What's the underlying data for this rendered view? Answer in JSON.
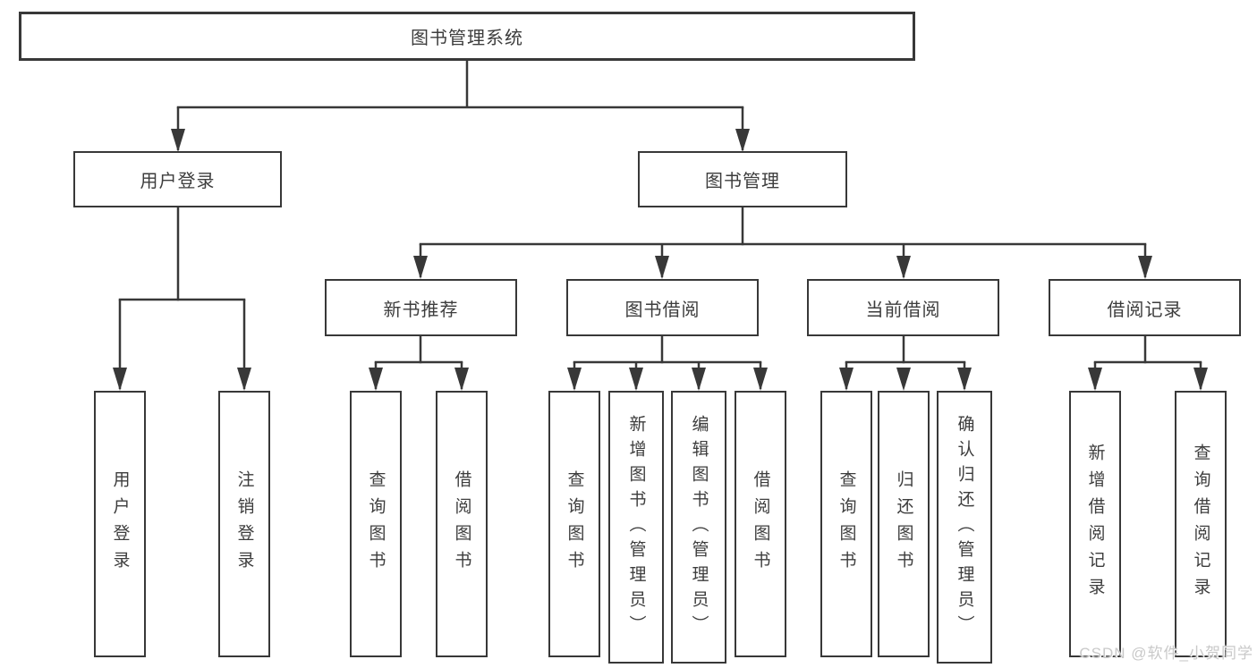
{
  "diagram_title": "图书管理系统",
  "tree": {
    "label": "图书管理系统",
    "children": [
      {
        "label": "用户登录",
        "children": [
          {
            "label": "用户登录"
          },
          {
            "label": "注销登录"
          }
        ]
      },
      {
        "label": "图书管理",
        "children": [
          {
            "label": "新书推荐",
            "children": [
              {
                "label": "查询图书"
              },
              {
                "label": "借阅图书"
              }
            ]
          },
          {
            "label": "图书借阅",
            "children": [
              {
                "label": "查询图书"
              },
              {
                "label": "新增图书（管理员）"
              },
              {
                "label": "编辑图书（管理员）"
              },
              {
                "label": "借阅图书"
              }
            ]
          },
          {
            "label": "当前借阅",
            "children": [
              {
                "label": "查询图书"
              },
              {
                "label": "归还图书"
              },
              {
                "label": "确认归还（管理员）"
              }
            ]
          },
          {
            "label": "借阅记录",
            "children": [
              {
                "label": "新增借阅记录"
              },
              {
                "label": "查询借阅记录"
              }
            ]
          }
        ]
      }
    ]
  },
  "watermark": "CSDN @软件_小贺同学",
  "colors": {
    "line": "#383838",
    "text": "#3d3d3d",
    "background": "#ffffff",
    "watermark": "#c9c9c9"
  }
}
